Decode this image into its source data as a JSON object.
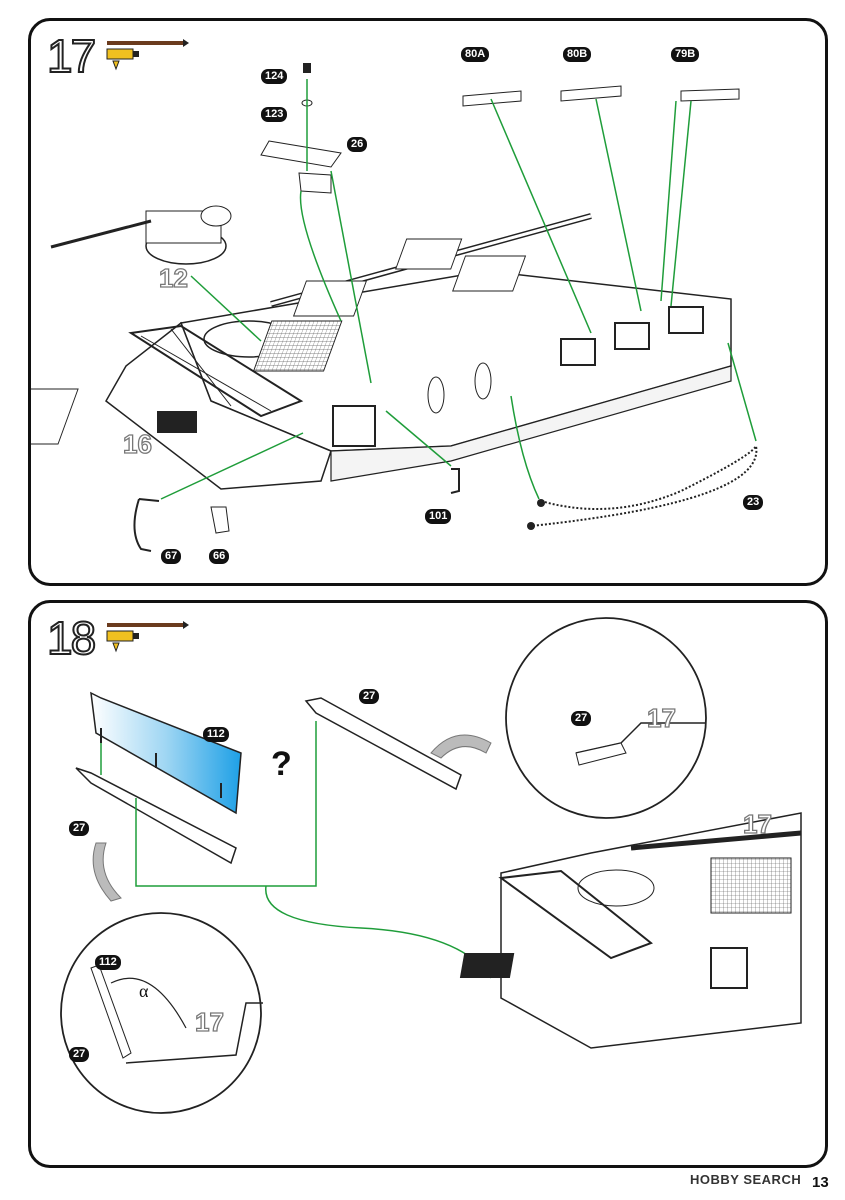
{
  "steps": [
    {
      "number": "17",
      "labels": {
        "p124": "124",
        "p123": "123",
        "p26": "26",
        "p80a": "80A",
        "p80b": "80B",
        "p79b": "79B",
        "p101": "101",
        "p23": "23",
        "p67": "67",
        "p66": "66"
      },
      "ghosts": {
        "g12": "12",
        "g16": "16"
      }
    },
    {
      "number": "18",
      "labels": {
        "p112": "112",
        "p27a": "27",
        "p27b": "27",
        "p27c": "27",
        "p27d": "27",
        "p112b": "112"
      },
      "ghosts": {
        "g17a": "17",
        "g17b": "17",
        "g17c": "17"
      },
      "question_mark": "?",
      "angle_label": "α"
    }
  ],
  "footer": {
    "brand": "HOBBY SEARCH",
    "page_number": "13"
  },
  "colors": {
    "guide_line": "#1f9d3a",
    "glass": "#3aaee8",
    "paint_tube": "#f0c020",
    "brush": "#6b3b1e"
  }
}
